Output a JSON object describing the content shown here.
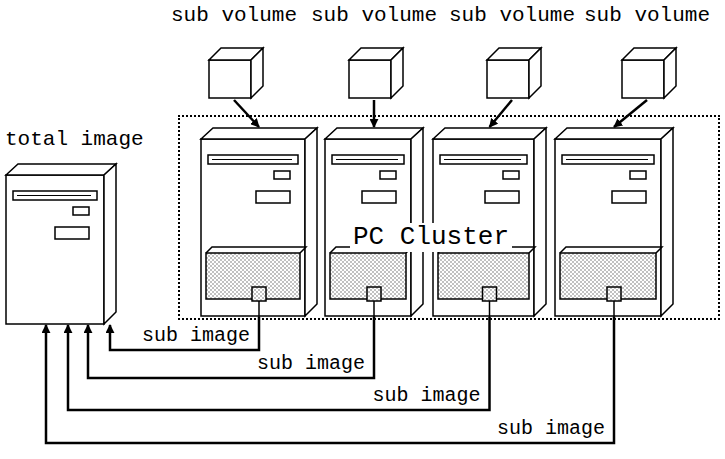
{
  "diagram": {
    "nodes": [
      {
        "text": [
          "sub volume"
        ]
      },
      {
        "text": [
          "sub volume"
        ]
      },
      {
        "text": [
          "sub volume"
        ]
      },
      {
        "text": [
          "sub volume"
        ]
      },
      {
        "text": [
          "total image"
        ]
      },
      {
        "text": [
          "PC Cluster"
        ]
      },
      {
        "text": [],
        "in": 5
      },
      {
        "text": [],
        "in": 5
      },
      {
        "text": [],
        "in": 5
      },
      {
        "text": [],
        "in": 5
      }
    ],
    "edges": [
      {
        "from": 0,
        "to": 6,
        "arrow": "to"
      },
      {
        "from": 1,
        "to": 7,
        "arrow": "to"
      },
      {
        "from": 2,
        "to": 8,
        "arrow": "to"
      },
      {
        "from": 3,
        "to": 9,
        "arrow": "to"
      },
      {
        "from": 6,
        "to": 4,
        "label": "sub image",
        "arrow": "to"
      },
      {
        "from": 7,
        "to": 4,
        "label": "sub image",
        "arrow": "to"
      },
      {
        "from": 8,
        "to": 4,
        "label": "sub image",
        "arrow": "to"
      },
      {
        "from": 9,
        "to": 4,
        "label": "sub image",
        "arrow": "to"
      }
    ]
  }
}
